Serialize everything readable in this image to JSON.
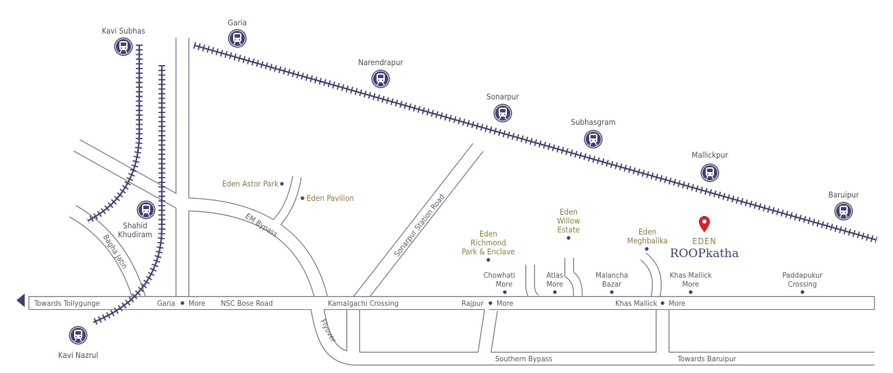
{
  "colors": {
    "rail": "#3f4174",
    "road_outline": "#6e6e84",
    "place_text": "#8b7a3c",
    "pin": "#d3242e",
    "logo": "#3a3c6a"
  },
  "stations": [
    {
      "name": "Kavi Subhas",
      "icon": "train-icon"
    },
    {
      "name": "Garia",
      "icon": "train-icon"
    },
    {
      "name": "Narendrapur",
      "icon": "train-icon"
    },
    {
      "name": "Sonarpur",
      "icon": "train-icon"
    },
    {
      "name": "Subhasgram",
      "icon": "train-icon"
    },
    {
      "name": "Mallickpur",
      "icon": "train-icon"
    },
    {
      "name": "Baruipur",
      "icon": "train-icon"
    },
    {
      "name_lines": [
        "Shahid",
        "Khudiram"
      ],
      "icon": "train-icon"
    },
    {
      "name": "Kavi Nazrul",
      "icon": "train-icon"
    }
  ],
  "roads": {
    "towards_tollygunge": "Towards Tollygunge",
    "bagha_jatin": "Bagha Jatin",
    "em_bypass": "EM Bypass",
    "nsc_bose": "NSC Bose Road",
    "sonarpur_station_road": "Sonarpur Station Road",
    "flyover": "Flyover",
    "southern_bypass": "Southern Bypass",
    "towards_baruipur": "Towards Baruipur"
  },
  "junctions": {
    "garia": "Garia",
    "more": "More",
    "kamalgachi": "Kamalgachi Crossing",
    "rajpur": "Rajpur",
    "khas_mallick": "Khas Mallick",
    "chowhati": [
      "Chowhati",
      "More"
    ],
    "atlas": [
      "Atlas",
      "More"
    ],
    "malancha": [
      "Malancha",
      "Bazar"
    ],
    "khas_mallick_more": [
      "Khas Mallick",
      "More"
    ],
    "paddapukur": [
      "Paddapukur",
      "Crossing"
    ]
  },
  "places": {
    "eden_astor_park": "Eden Astor Park",
    "eden_pavilion": "Eden Pavilion",
    "eden_richmond": [
      "Eden",
      "Richmond",
      "Park & Enclave"
    ],
    "eden_willow": [
      "Eden",
      "Willow",
      "Estate"
    ],
    "eden_meghbalika": [
      "Eden",
      "Meghbalika"
    ]
  },
  "project": {
    "brand": "EDEN",
    "name": "ROOPkatha",
    "icon": "location-pin-icon"
  },
  "direction_icon": "arrow-left-icon"
}
